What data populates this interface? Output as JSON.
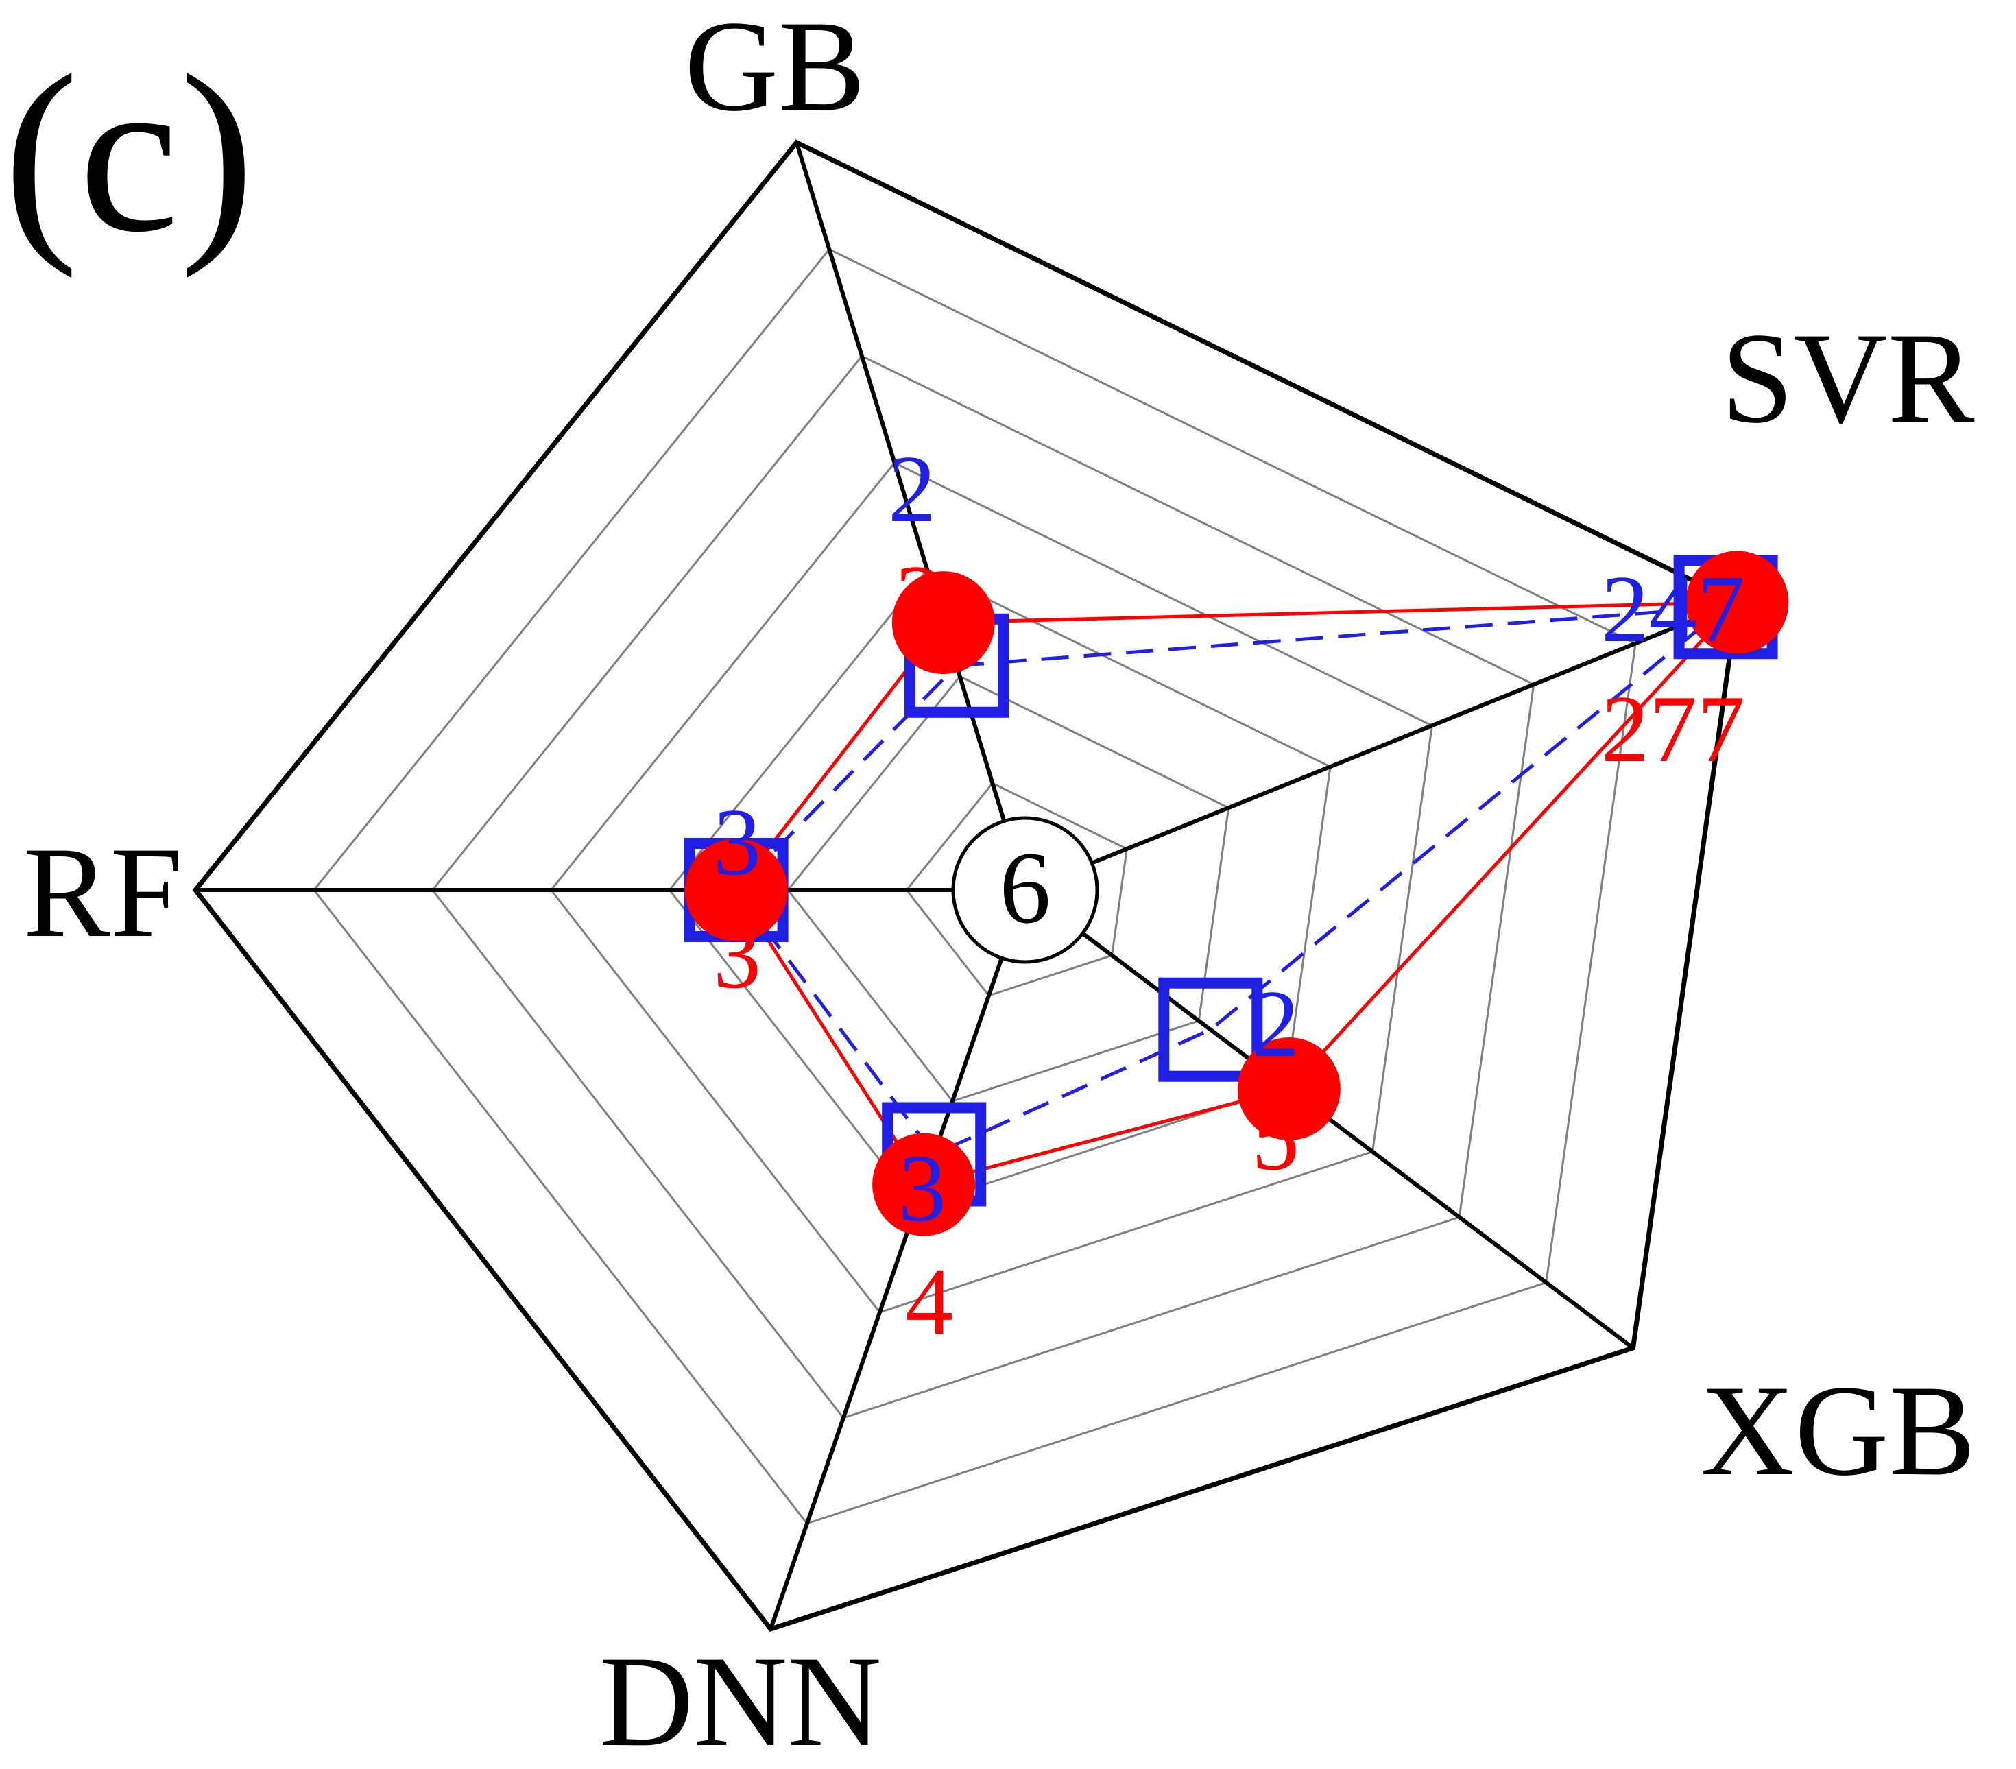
{
  "panel_label": "(c)",
  "center_label": "6",
  "colors": {
    "series_a": "#1f1fe6",
    "series_b": "#ff0000",
    "axis": "#000000",
    "grid": "#808080"
  },
  "chart_data": {
    "type": "radar",
    "categories": [
      "GB",
      "SVR",
      "XGB",
      "DNN",
      "RF"
    ],
    "grid": true,
    "series": [
      {
        "marker": "square",
        "color": "#1f1fe6",
        "line_style": "dashed",
        "values": [
          2,
          247,
          2,
          3,
          3
        ]
      },
      {
        "marker": "circle",
        "color": "#ff0000",
        "line_style": "solid",
        "values": [
          3,
          277,
          5,
          4,
          3
        ]
      }
    ]
  }
}
